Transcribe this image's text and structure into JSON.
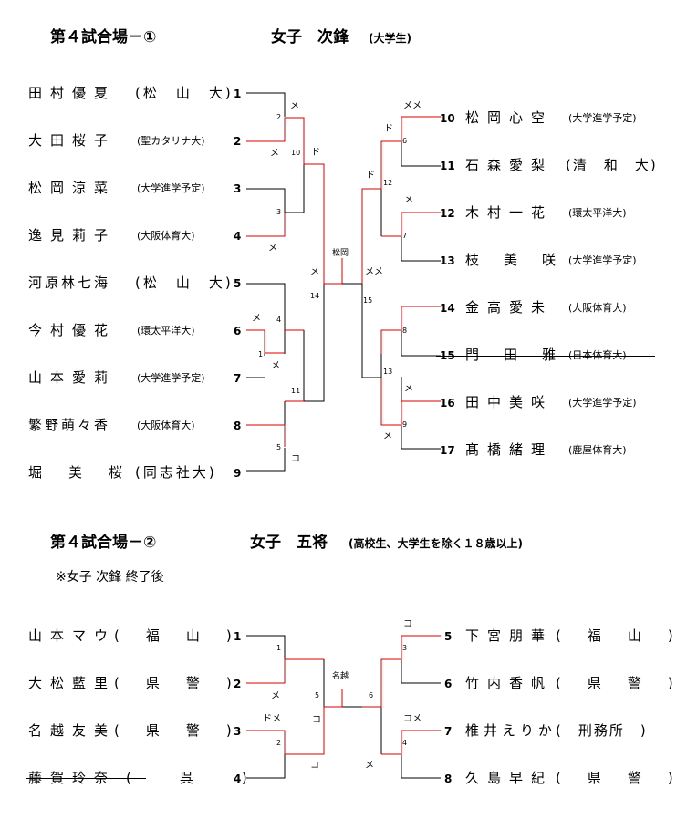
{
  "section1": {
    "title": "第４試合場－①",
    "event": "女子　次鋒",
    "event_note": "(大学生)",
    "left": [
      {
        "name": "田村優夏",
        "aff": "(松　山　大)",
        "seed": "1"
      },
      {
        "name": "大田桜子",
        "aff": "(聖カタリナ大)",
        "seed": "2"
      },
      {
        "name": "松岡涼菜",
        "aff": "(大学進学予定)",
        "seed": "3"
      },
      {
        "name": "逸見莉子",
        "aff": "(大阪体育大)",
        "seed": "4"
      },
      {
        "name": "河原林七海",
        "aff": "(松　山　大)",
        "seed": "5"
      },
      {
        "name": "今村優花",
        "aff": "(環太平洋大)",
        "seed": "6"
      },
      {
        "name": "山本愛莉",
        "aff": "(大学進学予定)",
        "seed": "7"
      },
      {
        "name": "繁野萌々香",
        "aff": "(大阪体育大)",
        "seed": "8"
      },
      {
        "name": "堀　美　桜",
        "aff": "(同志社大)",
        "seed": "9"
      }
    ],
    "right": [
      {
        "seed": "10",
        "name": "松岡心空",
        "aff": "(大学進学予定)"
      },
      {
        "seed": "11",
        "name": "石森愛梨",
        "aff": "(清　和　大)"
      },
      {
        "seed": "12",
        "name": "木村一花",
        "aff": "(環太平洋大)"
      },
      {
        "seed": "13",
        "name": "枝　美　咲",
        "aff": "(大学進学予定)"
      },
      {
        "seed": "14",
        "name": "金高愛未",
        "aff": "(大阪体育大)"
      },
      {
        "seed": "15",
        "name": "門　田　雅",
        "aff": "(日本体育大)"
      },
      {
        "seed": "16",
        "name": "田中美咲",
        "aff": "(大学進学予定)"
      },
      {
        "seed": "17",
        "name": "髙橋緒理",
        "aff": "(鹿屋体育大)"
      }
    ],
    "match_numbers": [
      "2",
      "10",
      "3",
      "14",
      "4",
      "1",
      "11",
      "5",
      "6",
      "12",
      "7",
      "15",
      "8",
      "13",
      "9"
    ],
    "points": [
      "メ",
      "メ",
      "ド",
      "メ",
      "メ",
      "メ",
      "メ",
      "コ",
      "メメ",
      "ド",
      "ド",
      "メ",
      "メメ",
      "メ",
      "メ"
    ],
    "winner": "松岡"
  },
  "section2": {
    "title": "第４試合場－②",
    "event": "女子　五将",
    "event_note": "(高校生、大学生を除く１８歳以上)",
    "note": "※女子 次鋒 終了後",
    "left": [
      {
        "name": "山本マウ",
        "aff": "(　福　山　)",
        "seed": "1"
      },
      {
        "name": "大松藍里",
        "aff": "(　県　警　)",
        "seed": "2"
      },
      {
        "name": "名越友美",
        "aff": "(　県　警　)",
        "seed": "3"
      },
      {
        "name": "藤賀玲奈",
        "aff": "(　呉　)",
        "seed": "4"
      }
    ],
    "right": [
      {
        "seed": "5",
        "name": "下宮朋華",
        "aff": "(　福　山　)"
      },
      {
        "seed": "6",
        "name": "竹内香帆",
        "aff": "(　県　警　)"
      },
      {
        "seed": "7",
        "name": "椎井えりか",
        "aff": "(　刑務所　)"
      },
      {
        "seed": "8",
        "name": "久島早紀",
        "aff": "(　県　警　)"
      }
    ],
    "match_numbers": [
      "1",
      "5",
      "2",
      "3",
      "6",
      "4"
    ],
    "points": [
      "メ",
      "ドメ",
      "コ",
      "コ",
      "コ",
      "コメ",
      "メ"
    ],
    "winner": "名越"
  },
  "colors": {
    "win_line": "#d40000",
    "line": "#000000"
  }
}
